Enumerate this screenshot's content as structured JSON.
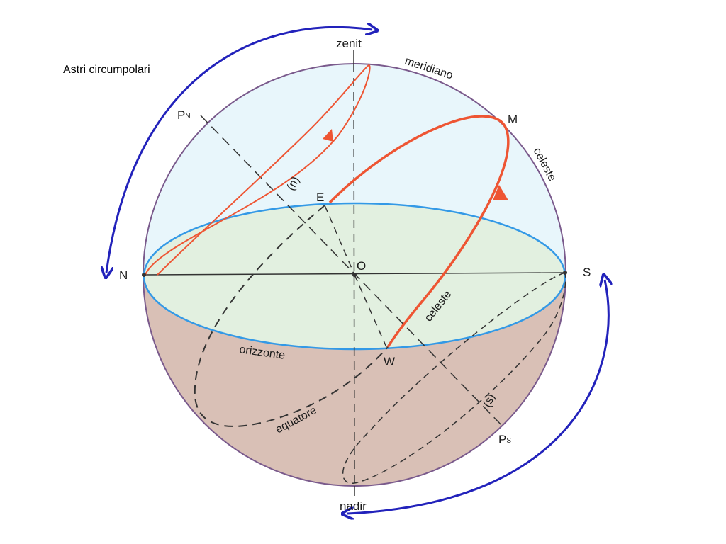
{
  "title": "Astri circumpolari",
  "labels": {
    "zenit": "zenit",
    "nadir": "nadir",
    "north": "N",
    "south": "S",
    "east": "E",
    "west": "W",
    "origin": "O",
    "upper_point": "M",
    "north_pole": "P",
    "north_pole_sub": "N",
    "south_pole": "P",
    "south_pole_sub": "S",
    "meridian_1": "meridiano",
    "meridian_2": "celeste",
    "equator_1": "celeste",
    "horizon": "orizzonte",
    "equator": "equatore",
    "north_path": "(n)",
    "south_path": "(s)"
  },
  "colors": {
    "upper_hemisphere": "#e8f6fb",
    "horizon_fill": "#e2f0e0",
    "lower_hemisphere": "#d9c0b6",
    "sphere_outline": "#7a5a8c",
    "horizon_outline": "#3399e6",
    "star_path": "#ee5533",
    "rotation_arrow": "#2222bb",
    "axis_line": "#333333"
  }
}
